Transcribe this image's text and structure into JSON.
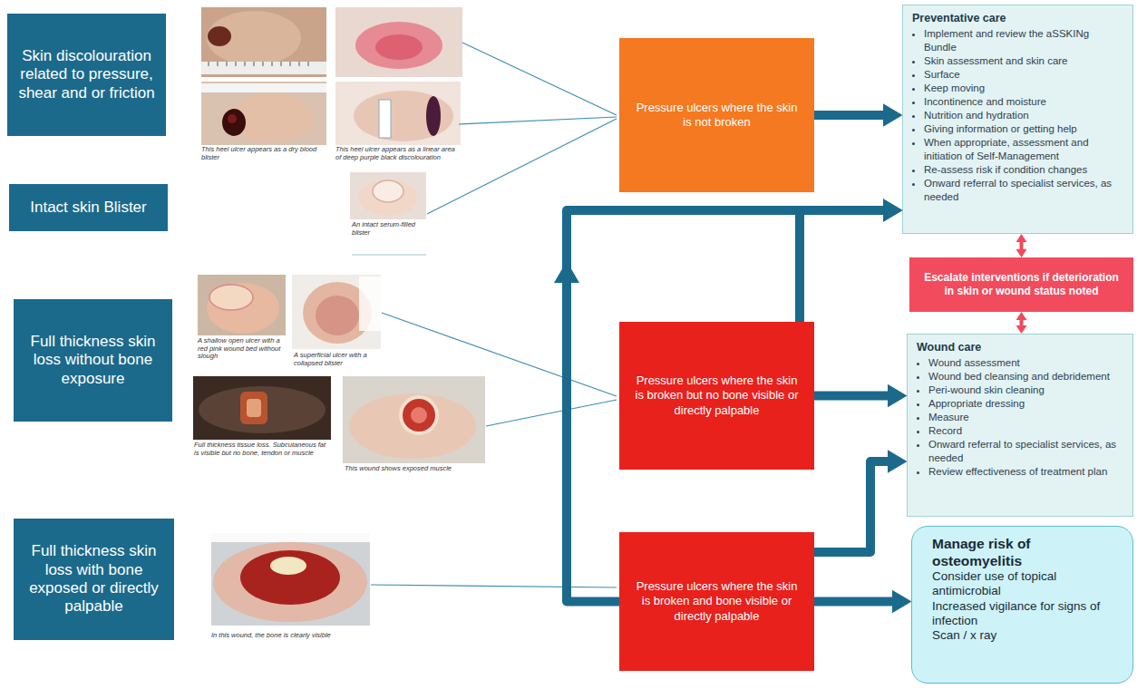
{
  "diagram": {
    "nodes": [
      {
        "text": [
          "Skin discolouration related to pressure, shear and or friction"
        ]
      },
      {
        "text": [
          "Intact skin Blister"
        ]
      },
      {
        "text": [
          "Full thickness skin loss without bone exposure"
        ]
      },
      {
        "text": [
          "Full thickness skin loss with bone exposed or directly palpable"
        ]
      },
      {
        "text": [
          "Pressure ulcers where the skin is not broken"
        ]
      },
      {
        "text": [
          "Pressure ulcers where the skin is broken but no bone visible or directly palpable"
        ]
      },
      {
        "text": [
          "Pressure ulcers where the skin is broken and bone visible or directly palpable"
        ]
      },
      {
        "text": [
          "Preventative care",
          "Implement and review the aSSKINg Bundle",
          "Skin assessment and skin care",
          "Surface",
          "Keep moving",
          "Incontinence and moisture",
          "Nutrition and hydration",
          "Giving information or getting help",
          "When appropriate, assessment and initiation of Self-Management",
          "Re-assess risk if condition changes",
          "Onward referral to specialist services, as needed"
        ]
      },
      {
        "text": [
          "Escalate interventions if deterioration in skin or wound status noted"
        ]
      },
      {
        "text": [
          "Wound care",
          "Wound assessment",
          "Wound bed cleansing and debridement",
          "Peri-wound skin cleaning",
          "Appropriate dressing",
          "Measure",
          "Record",
          "Onward referral to specialist services, as needed",
          "Review effectiveness of treatment plan"
        ]
      },
      {
        "text": [
          "Manage risk of osteomyelitis",
          "Consider use of topical antimicrobial",
          "Increased vigilance for signs of infection",
          "Scan / x ray"
        ]
      }
    ],
    "edges": [
      {
        "from": 4,
        "to": 7,
        "arrow": "to"
      },
      {
        "from": 5,
        "to": 7,
        "arrow": "to"
      },
      {
        "from": 5,
        "to": 9,
        "arrow": "to"
      },
      {
        "from": 6,
        "to": 7,
        "arrow": "to"
      },
      {
        "from": 6,
        "to": 9,
        "arrow": "to"
      },
      {
        "from": 6,
        "to": 10,
        "arrow": "to"
      },
      {
        "from": 8,
        "to": 7,
        "arrow": "both"
      },
      {
        "from": 8,
        "to": 9,
        "arrow": "both"
      }
    ],
    "labels": [
      "This heel ulcer appears as a dry blood blister",
      "This heel ulcer appears as a linear area of deep purple black discolouration",
      "An intact serum-filled blister",
      "A shallow open ulcer with a red pink wound bed without slough",
      "A superficial ulcer with a collapsed blister",
      "Full thickness tissue loss. Subcutaneous fat is visible but no bone, tendon or muscle",
      "This wound shows exposed muscle",
      "In this wound, the bone is clearly visible"
    ]
  }
}
